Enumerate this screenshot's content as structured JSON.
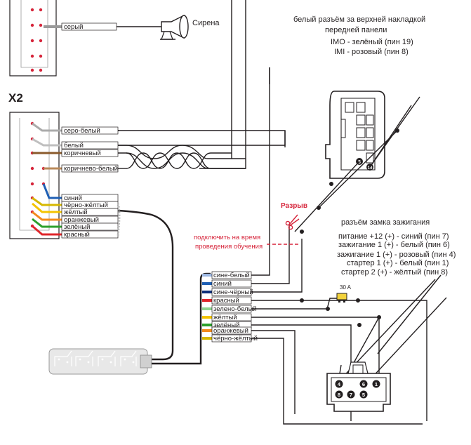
{
  "connector_x2": {
    "title": "X2"
  },
  "siren": {
    "label": "Сирена",
    "wire": "серый"
  },
  "x2_wires": [
    "серо-белый",
    "белый",
    "коричневый",
    "коричнево-белый",
    "синий",
    "чёрно-жёлтый",
    "жёлтый",
    "оранжевый",
    "зелёный",
    "красный"
  ],
  "top_connector": {
    "caption_line1": "белый разъём за верхней накладкой",
    "caption_line2": "передней панели",
    "imo": "IMO - зелёный (пин 19)",
    "imi": "IMI - розовый (пин 8)",
    "pin_a": "8",
    "pin_b": "19"
  },
  "cut": {
    "label": "Разрыв"
  },
  "note": {
    "line1": "подключить на время",
    "line2": "проведения обучения"
  },
  "ignition_lock": {
    "title": "разъём замка зажигания",
    "lines": [
      "питание +12 (+) - синий (пин 7)",
      "зажигание 1 (+) - белый (пин 6)",
      "зажигание 1 (+) - розовый (пин 4)",
      "стартер 1 (+) - белый (пин 1)",
      "стартер 2 (+) - жёлтый (пин 8)"
    ],
    "pins": [
      "4",
      "6",
      "1",
      "8",
      "7",
      "5"
    ]
  },
  "fuse": {
    "label": "30 A"
  },
  "relay_wires": [
    "сине-белый",
    "синий",
    "сине-чёрный",
    "красный",
    "зелено-белый",
    "жёлтый",
    "зелёный",
    "оранжевый",
    "чёрно-жёлтый"
  ],
  "colors": {
    "line": "#231f20",
    "accent_red": "#d6243a",
    "blue": "#1f5fb4",
    "yellow": "#f4c400",
    "orange": "#f28a1c",
    "green": "#2ca02c",
    "red": "#e0262b",
    "brown": "#8a5a2b",
    "gray": "#9a9a9a"
  }
}
